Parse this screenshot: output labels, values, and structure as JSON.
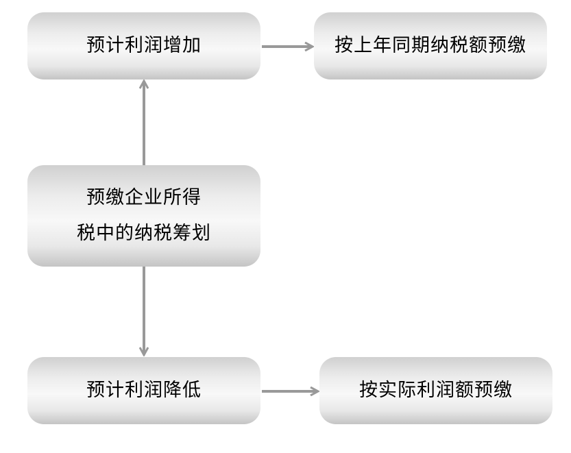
{
  "nodes": {
    "center": {
      "lines": [
        "预缴企业所得",
        "税中的纳税筹划"
      ]
    },
    "profit_increase": "预计利润增加",
    "last_year": "按上年同期纳税额预缴",
    "profit_decrease": "预计利润降低",
    "actual": "按实际利润额预缴"
  },
  "colors": {
    "arrow": "#999999",
    "box_dark": "#c4c4c4",
    "box_light": "#f8f8f8"
  }
}
